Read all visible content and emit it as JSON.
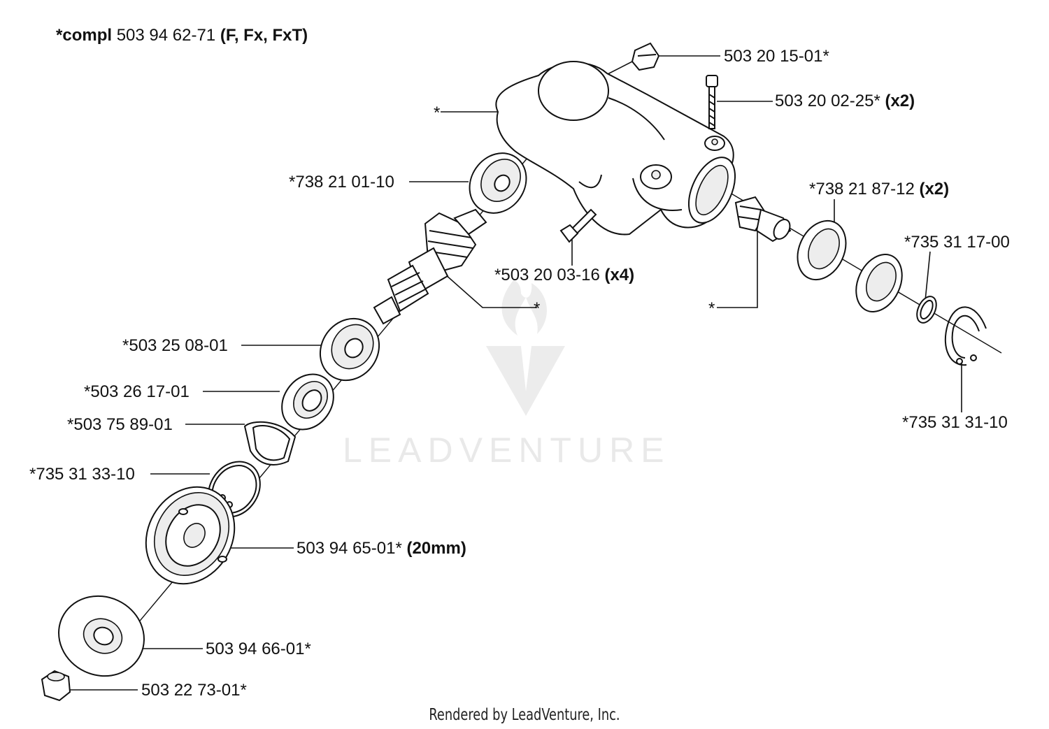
{
  "title": {
    "prefix": "*compl",
    "number": "503 94 62-71",
    "models": "(F, Fx, FxT)"
  },
  "labels": [
    {
      "id": "plug",
      "number": "503 20 15-01*",
      "qty": ""
    },
    {
      "id": "screw-clamp",
      "number": "503 20 02-25*",
      "qty": "(x2)"
    },
    {
      "id": "housing",
      "number": "*",
      "qty": ""
    },
    {
      "id": "bearing-upper",
      "number": "*738 21 01-10",
      "qty": ""
    },
    {
      "id": "bearing-pair",
      "number": "*738 21 87-12",
      "qty": "(x2)"
    },
    {
      "id": "circlip-small",
      "number": "*735 31 17-00",
      "qty": ""
    },
    {
      "id": "screw-housing",
      "number": "*503 20 03-16",
      "qty": "(x4)"
    },
    {
      "id": "output-gear",
      "number": "*",
      "qty": ""
    },
    {
      "id": "input-gear",
      "number": "*",
      "qty": ""
    },
    {
      "id": "bearing-lower",
      "number": "*503 25 08-01",
      "qty": ""
    },
    {
      "id": "seal",
      "number": "*503 26 17-01",
      "qty": ""
    },
    {
      "id": "ring",
      "number": "*503 75 89-01",
      "qty": ""
    },
    {
      "id": "circlip-lower",
      "number": "*735 31 33-10",
      "qty": ""
    },
    {
      "id": "circlip-large",
      "number": "*735 31 31-10",
      "qty": ""
    },
    {
      "id": "holder",
      "number": "503 94 65-01*",
      "qty": "(20mm)"
    },
    {
      "id": "support-cup",
      "number": "503 94 66-01*",
      "qty": ""
    },
    {
      "id": "nut",
      "number": "503 22 73-01*",
      "qty": ""
    }
  ],
  "watermark": "LEADVENTURE",
  "footer": "Rendered by LeadVenture, Inc."
}
